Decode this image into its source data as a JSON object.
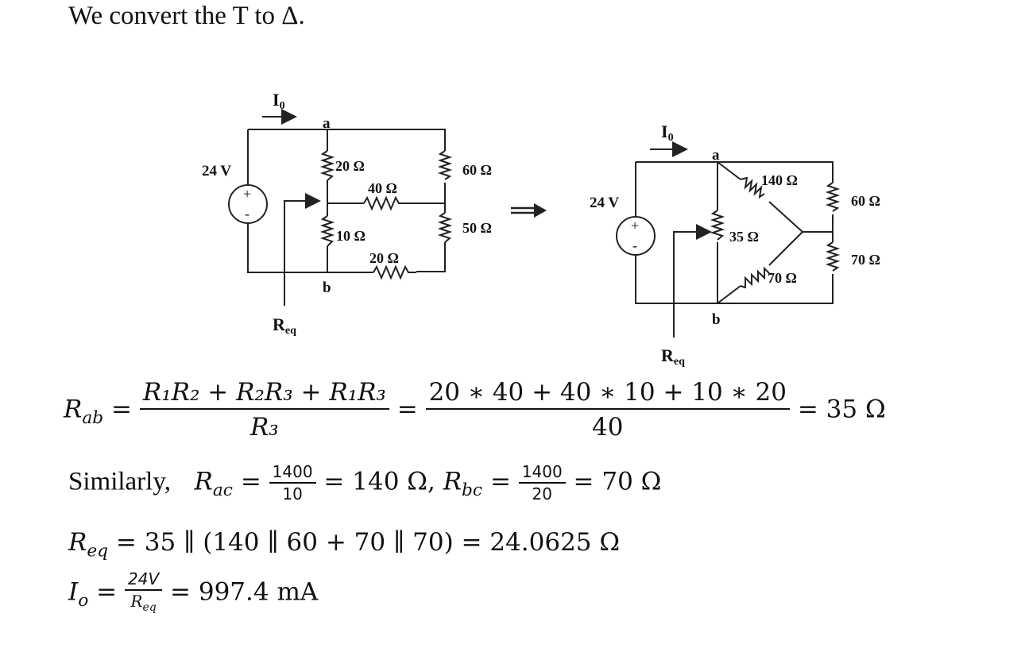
{
  "intro": "We convert the T to Δ.",
  "circuit_left": {
    "source": "24 V",
    "current": "I",
    "current_sub": "0",
    "node_a": "a",
    "node_b": "b",
    "req": "R",
    "req_sub": "eq",
    "r1": "20 Ω",
    "r2": "40 Ω",
    "r3": "10 Ω",
    "r4": "20 Ω",
    "r5": "60 Ω",
    "r6": "50 Ω",
    "plus": "+",
    "minus": "-"
  },
  "circuit_right": {
    "source": "24 V",
    "current": "I",
    "current_sub": "0",
    "node_a": "a",
    "node_b": "b",
    "req": "R",
    "req_sub": "eq",
    "r_ac": "140 Ω",
    "r_ab": "35 Ω",
    "r_bc": "70 Ω",
    "r_top": "60 Ω",
    "r_bot": "70 Ω",
    "plus": "+",
    "minus": "-"
  },
  "eq1": {
    "lhs": "R",
    "lhs_sub": "ab",
    "num_sym": "R₁R₂ + R₂R₃ + R₁R₃",
    "den_sym": "R₃",
    "num_val": "20 ∗ 40 + 40 ∗ 10 + 10 ∗ 20",
    "den_val": "40",
    "result": "= 35 Ω"
  },
  "eq2": {
    "lead": "Similarly,",
    "r_ac": "R",
    "r_ac_sub": "ac",
    "f1_num": "1400",
    "f1_den": "10",
    "res1": "= 140 Ω,",
    "r_bc": "R",
    "r_bc_sub": "bc",
    "f2_num": "1400",
    "f2_den": "20",
    "res2": "= 70 Ω"
  },
  "eq3": {
    "lhs": "R",
    "lhs_sub": "eq",
    "rhs": "= 35 ∥ (140 ∥ 60 + 70 ∥ 70) = 24.0625 Ω"
  },
  "eq4": {
    "lhs": "I",
    "lhs_sub": "o",
    "num": "24V",
    "den": "R",
    "den_sub": "eq",
    "result": "= 997.4 mA"
  }
}
